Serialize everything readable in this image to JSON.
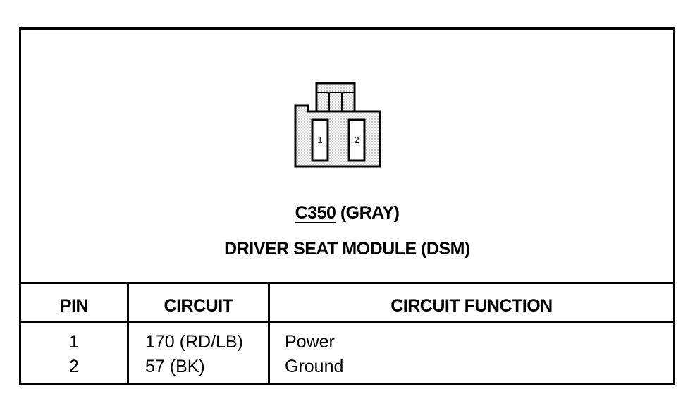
{
  "connector": {
    "id": "C350",
    "color": "(GRAY)",
    "name": "DRIVER SEAT MODULE (DSM)",
    "pin_labels": [
      "1",
      "2"
    ]
  },
  "table": {
    "headers": [
      "PIN",
      "CIRCUIT",
      "CIRCUIT FUNCTION"
    ],
    "rows": [
      {
        "pin": "1",
        "circuit": "170 (RD/LB)",
        "function": "Power"
      },
      {
        "pin": "2",
        "circuit": "57 (BK)",
        "function": "Ground"
      }
    ]
  }
}
